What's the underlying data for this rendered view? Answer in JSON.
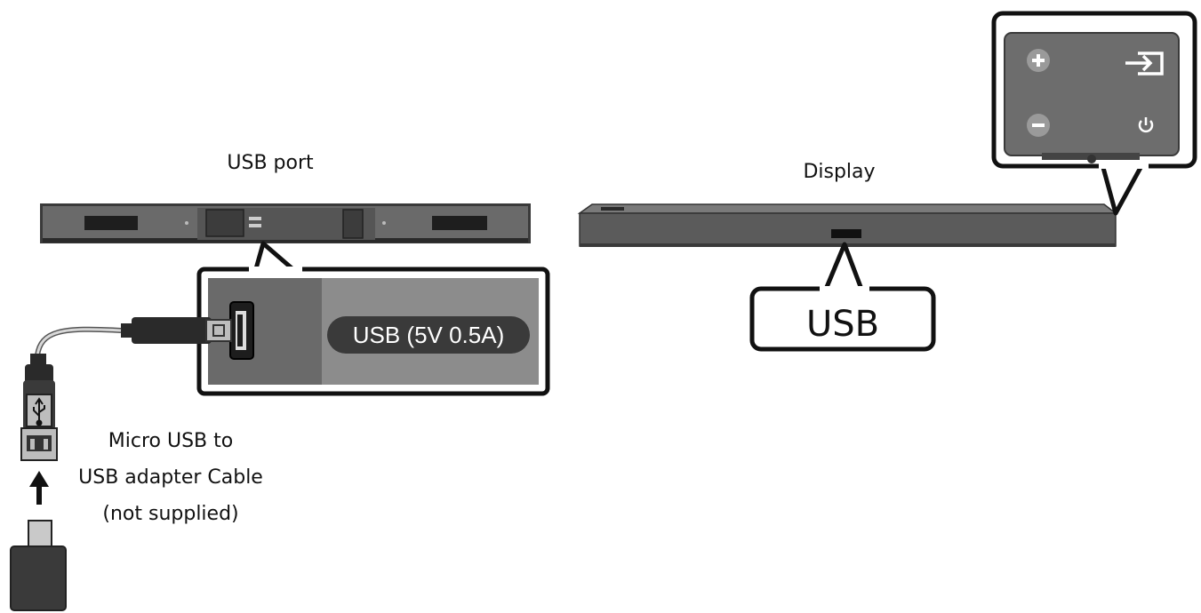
{
  "labels": {
    "usb_port": "USB port",
    "display": "Display",
    "usb_spec": "USB (5V 0.5A)",
    "usb_callout": "USB",
    "cable_line1": "Micro USB to",
    "cable_line2": "USB adapter Cable",
    "cable_line3": "(not supplied)"
  },
  "icons": [
    "plus-icon",
    "minus-icon",
    "source-input-icon",
    "power-icon",
    "usb-symbol-icon",
    "up-arrow-icon"
  ],
  "colors": {
    "device_body": "#5b5b5b",
    "device_dark": "#2b2b2b",
    "panel_left": "#6a6a6a",
    "panel_right": "#8c8c8c",
    "pill": "#3a3a3a",
    "outline": "#111111",
    "background": "#ffffff"
  }
}
